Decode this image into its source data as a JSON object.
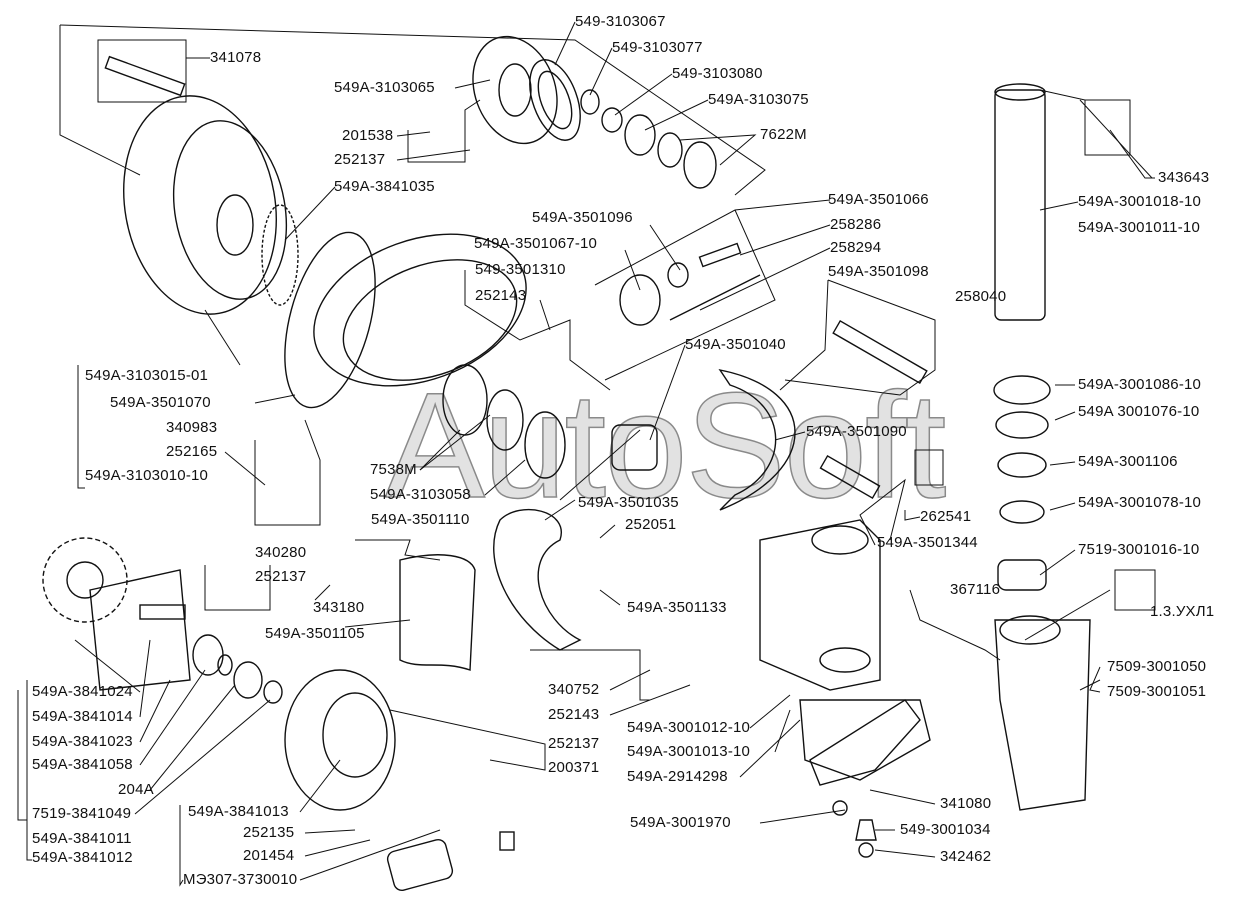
{
  "watermark": "AutoSoft",
  "labels": {
    "p341078": "341078",
    "p549_3103067": "549-3103067",
    "p549_3103077": "549-3103077",
    "p549_3103080": "549-3103080",
    "p549A_3103075": "549A-3103075",
    "p549A_3103065": "549A-3103065",
    "p201538": "201538",
    "p252137a": "252137",
    "p7622M": "7622M",
    "p549A_3841035": "549A-3841035",
    "p549A_3501066": "549A-3501066",
    "p549A_3501096": "549A-3501096",
    "p258286": "258286",
    "p549A_3501067_10": "549A-3501067-10",
    "p258294": "258294",
    "p549_3501310": "549-3501310",
    "p549A_3501098": "549A-3501098",
    "p252143a": "252143",
    "p258040": "258040",
    "p549A_3501040": "549A-3501040",
    "p343643": "343643",
    "p549A_3001018_10": "549A-3001018-10",
    "p549A_3001011_10": "549A-3001011-10",
    "p549A_3103015_01": "549A-3103015-01",
    "p549A_3501070": "549A-3501070",
    "p340983": "340983",
    "p252165": "252165",
    "p549A_3103010_10": "549A-3103010-10",
    "p549A_3001086_10": "549A-3001086-10",
    "p549A_3001076_10": "549A 3001076-10",
    "p549A_3001106": "549A-3001106",
    "p549A_3001078_10": "549A-3001078-10",
    "p549A_3501090": "549A-3501090",
    "p7538M": "7538M",
    "p549A_3103058": "549A-3103058",
    "p549A_3501035": "549A-3501035",
    "p549A_3501110": "549A-3501110",
    "p252051": "252051",
    "p262541": "262541",
    "p549A_3501344": "549A-3501344",
    "p7519_3001016_10": "7519-3001016-10",
    "p340280": "340280",
    "p252137b": "252137",
    "p343180": "343180",
    "p549A_3501105": "549A-3501105",
    "p549A_3501133": "549A-3501133",
    "p367116": "367116",
    "p13UHL1": "1.3.УХЛ1",
    "p7509_3001050": "7509-3001050",
    "p7509_3001051": "7509-3001051",
    "p549A_3841024": "549A-3841024",
    "p549A_3841014": "549A-3841014",
    "p549A_3841023": "549A-3841023",
    "p549A_3841058": "549A-3841058",
    "p204A": "204A",
    "p7519_3841049": "7519-3841049",
    "p549A_3841011": "549A-3841011",
    "p549A_3841012": "549A-3841012",
    "p340752": "340752",
    "p252143b": "252143",
    "p252137c": "252137",
    "p200371": "200371",
    "p549A_3001012_10": "549A-3001012-10",
    "p549A_3001013_10": "549A-3001013-10",
    "p549A_2914298": "549A-2914298",
    "p549A_3841013": "549A-3841013",
    "p252135": "252135",
    "p201454": "201454",
    "pME307_3730010": "МЭ307-3730010",
    "p341080": "341080",
    "p549A_3001970": "549A-3001970",
    "p549_3001034": "549-3001034",
    "p342462": "342462"
  }
}
